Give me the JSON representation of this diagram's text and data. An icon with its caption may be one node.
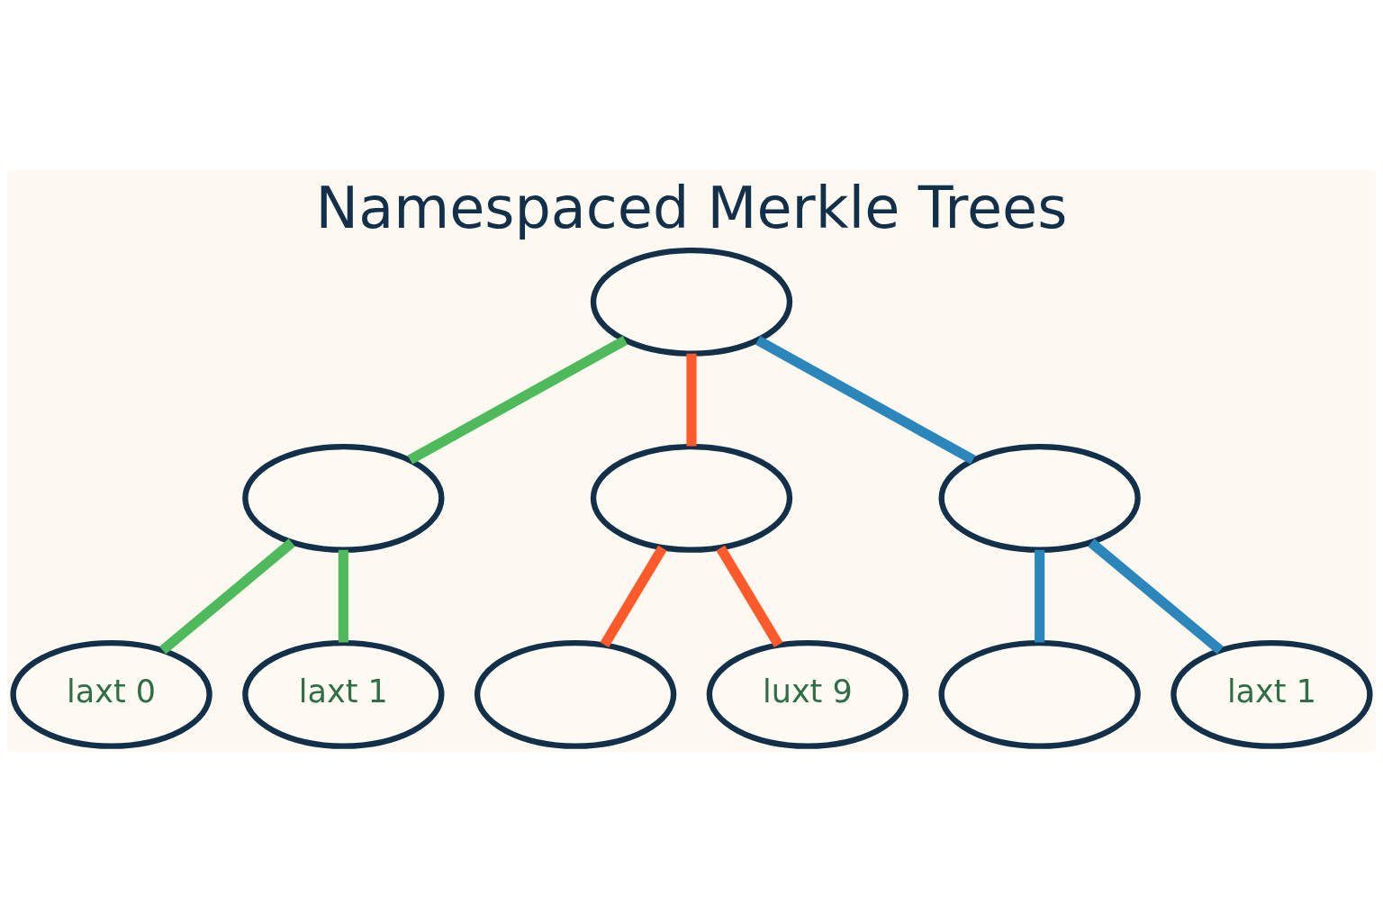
{
  "diagram": {
    "title": "Namespaced Merkle Trees",
    "nodes": [
      {
        "text": [],
        "shape": "ellipse"
      },
      {
        "text": [],
        "shape": "ellipse"
      },
      {
        "text": [],
        "shape": "ellipse"
      },
      {
        "text": [],
        "shape": "ellipse"
      },
      {
        "text": [
          "laxt 0"
        ]
      },
      {
        "text": [
          "laxt 1"
        ]
      },
      {
        "text": [],
        "shape": "ellipse"
      },
      {
        "text": [
          "luxt 9"
        ]
      },
      {
        "text": [],
        "shape": "ellipse"
      },
      {
        "text": [
          "laxt 1"
        ]
      }
    ],
    "edges": [
      {
        "from": 0,
        "to": 1,
        "arrow": "none",
        "color": "#4fba5c"
      },
      {
        "from": 0,
        "to": 2,
        "arrow": "none",
        "color": "#ff5a2c"
      },
      {
        "from": 0,
        "to": 3,
        "arrow": "none",
        "color": "#2b86bb"
      },
      {
        "from": 1,
        "to": 4,
        "arrow": "none",
        "color": "#4fba5c"
      },
      {
        "from": 1,
        "to": 5,
        "arrow": "none",
        "color": "#4fba5c"
      },
      {
        "from": 2,
        "to": 6,
        "arrow": "none",
        "color": "#ff5a2c"
      },
      {
        "from": 2,
        "to": 7,
        "arrow": "none",
        "color": "#ff5a2c"
      },
      {
        "from": 3,
        "to": 8,
        "arrow": "none",
        "color": "#2b86bb"
      },
      {
        "from": 3,
        "to": 9,
        "arrow": "none",
        "color": "#2b86bb"
      }
    ]
  }
}
